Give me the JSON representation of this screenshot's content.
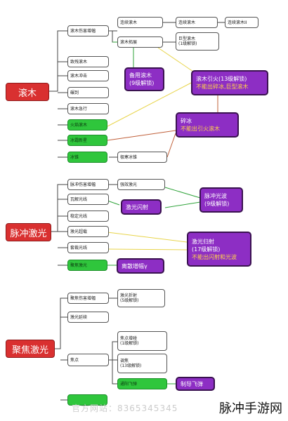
{
  "roots": {
    "r1": "滚木",
    "r2": "脉冲激光",
    "r3": "聚焦激光"
  },
  "nodes": {
    "a1": "滚木伤害增幅",
    "a2": "连续滚木",
    "a3": "连续滚木",
    "a4": "连续滚木II",
    "a5": "滚木拓展",
    "a6_1": "巨型滚木",
    "a6_2": "(1级解锁)",
    "a7": "致残滚木",
    "a8": "滚木冲击",
    "a9": "碾到",
    "a10": "滚木急行",
    "a11": "火焰滚木",
    "a12": "冰霜新星",
    "a13": "冰锥",
    "a14": "极寒冰锥",
    "b1": "脉冲伤害增幅",
    "b2": "强效激光",
    "b3": "瓦解光线",
    "b4": "稳定光线",
    "b5": "激光超载",
    "b6": "套裁光线",
    "b7": "聚焦激光",
    "c1": "聚焦伤害增幅",
    "c2_1": "激光折射",
    "c2_2": "(5级解锁)",
    "c3": "激光延续",
    "c4": "焦点",
    "c5_1": "焦点增碰",
    "c5_2": "(1级解锁)",
    "c6_1": "调焦",
    "c6_2": "(13级解锁)",
    "c7": "通阳飞弹"
  },
  "callouts": {
    "p1_1": "备用滚木",
    "p1_2": "(9级解锁)",
    "p2_1": "滚木引火(13级解锁)",
    "p2_2": "不能出碎冰,巨型滚木",
    "p3_1": "碎冰",
    "p3_2": "不能出引火滚木",
    "p4_1": "脉冲光波",
    "p4_2": "(9级解锁)",
    "p5": "激光闪射",
    "p6_1": "激光归射",
    "p6_2": "(17级解锁)",
    "p6_3": "不能出闪射和光波",
    "p7": "离散增幅γ",
    "p8": "制导飞弹"
  },
  "brand": "脉冲手游网",
  "watermark": "官方网站：8365345345"
}
